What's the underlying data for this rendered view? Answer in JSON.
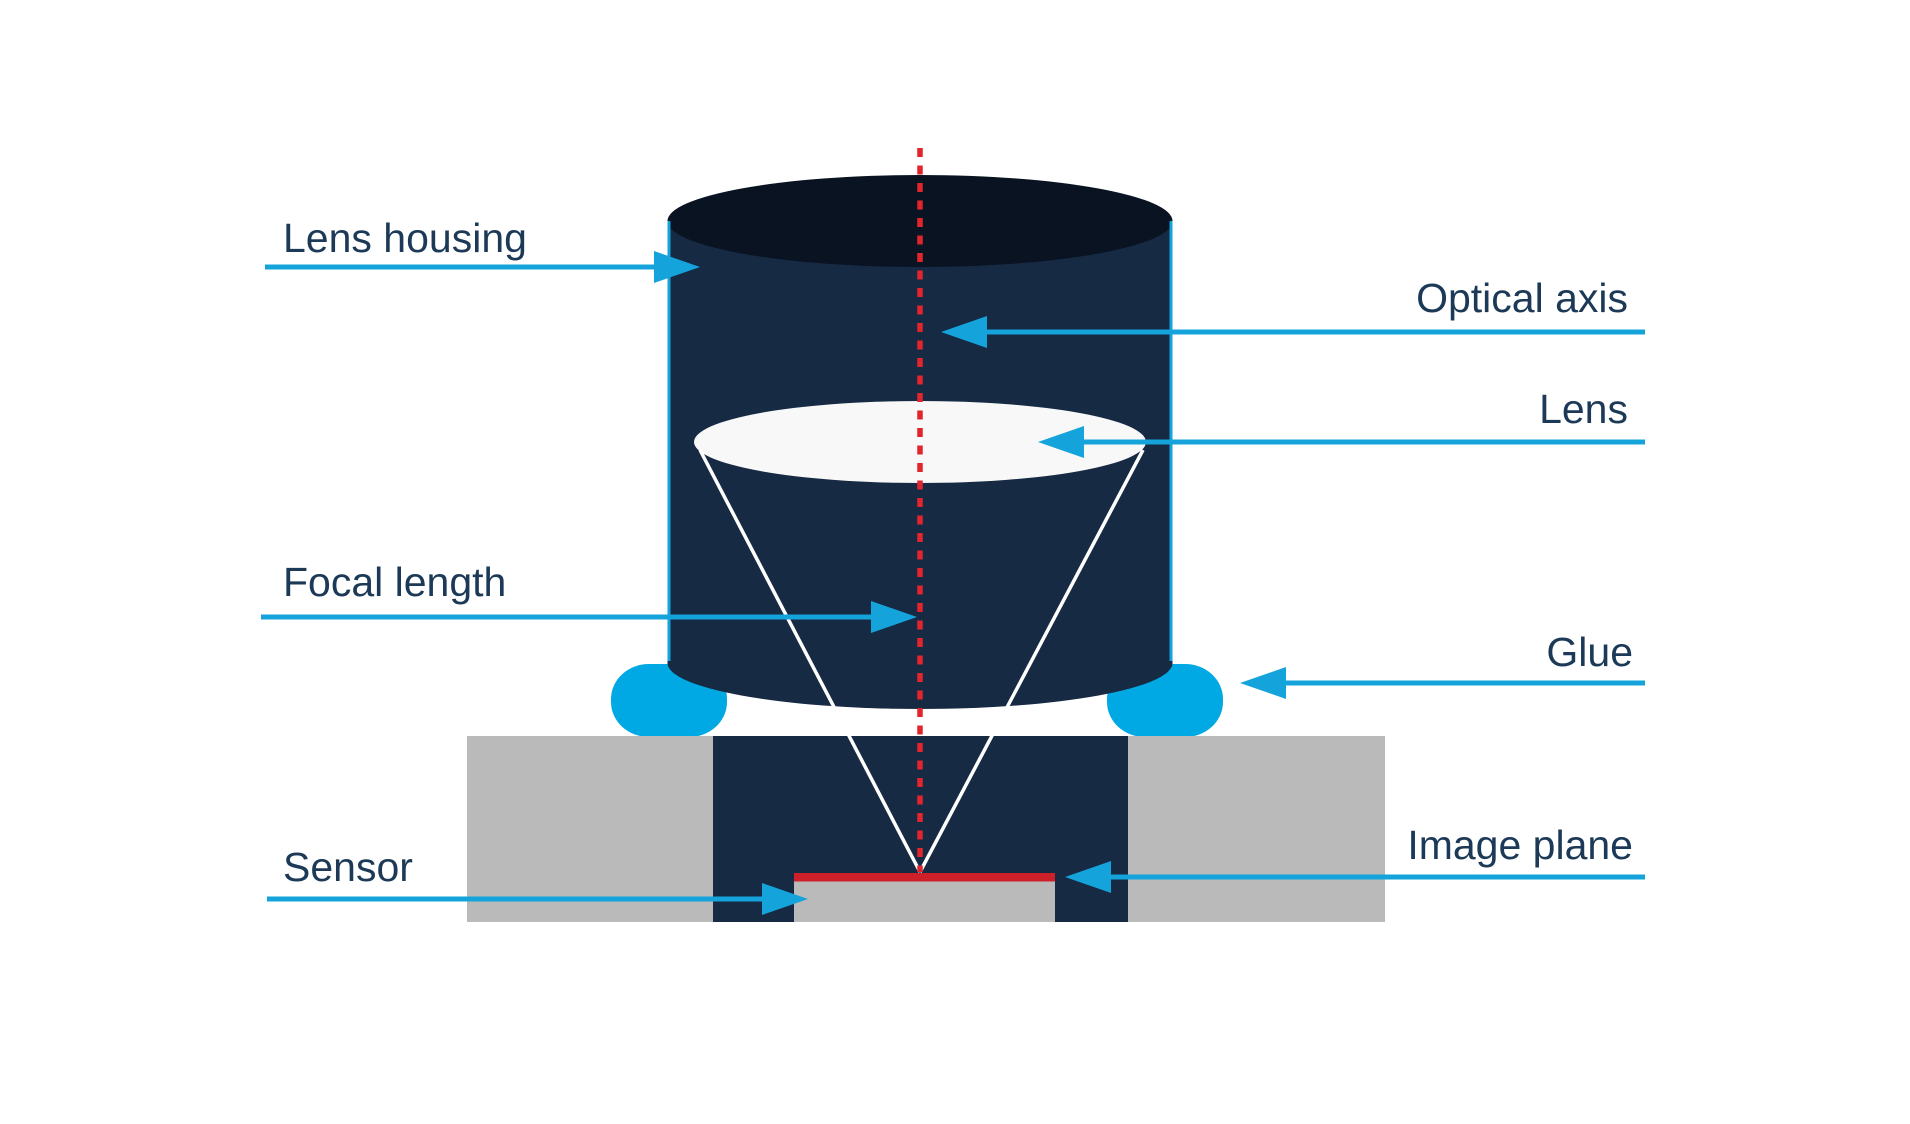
{
  "diagram": {
    "labels": {
      "lens_housing": "Lens housing",
      "optical_axis": "Optical axis",
      "lens": "Lens",
      "focal_length": "Focal length",
      "glue": "Glue",
      "sensor": "Sensor",
      "image_plane": "Image plane"
    },
    "colors": {
      "background": "#FFFFFF",
      "housing_body": "#172A44",
      "housing_top": "#0A1322",
      "housing_edge": "#14A3DA",
      "lens_fill": "#F8F8F8",
      "cone_ray": "#FFFFFF",
      "glue": "#00A9E3",
      "substrate": "#BABABA",
      "cavity": "#172A44",
      "sensor_die": "#BABABA",
      "image_plane_line": "#CE2029",
      "optical_axis_line": "#E2242C",
      "arrow": "#14A3DA",
      "label_text": "#1C3A57"
    }
  }
}
